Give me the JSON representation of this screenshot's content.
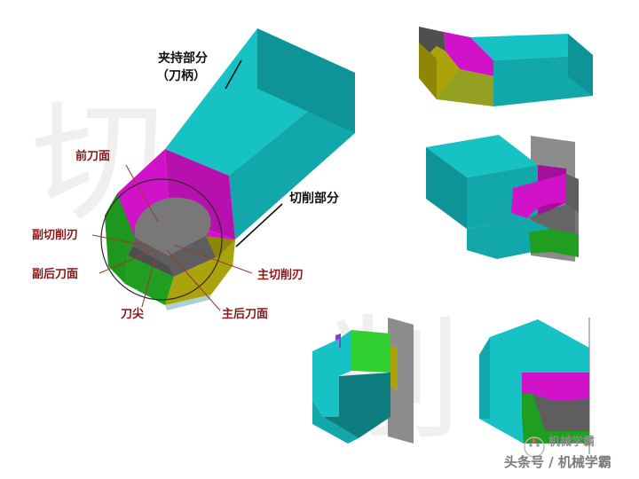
{
  "figure": {
    "title_implicit": "车刀切削部分结构示意图",
    "background": "#ffffff"
  },
  "palette": {
    "shank_top": "#17c2c4",
    "shank_side": "#12a7aa",
    "shank_end": "#0e9497",
    "shank_dark": "#0d7d80",
    "rake_face": "#d112c8",
    "rake_face_dark": "#a50f9d",
    "chip_gray": "#787878",
    "chip_gray_dark": "#5e5e5e",
    "major_flank": "#aba30c",
    "major_flank_dark": "#8d8609",
    "minor_flank": "#1f9e20",
    "minor_flank_bright": "#2fd02f",
    "reference_plane": "#8c8c8c",
    "label_red": "#8c1616",
    "label_black": "#111111",
    "leader_red": "#9c3b2e",
    "watermark": "#f0eeec"
  },
  "main_view": {
    "labels": [
      {
        "id": "shank",
        "text_line1": "夹持部分",
        "text_line2": "（刀柄）",
        "color": "#111111",
        "meaning": "clamping-portion-tool-shank"
      },
      {
        "id": "cutting-portion",
        "text": "切削部分",
        "color": "#111111",
        "meaning": "cutting-portion"
      },
      {
        "id": "rake-face",
        "text": "前刀面",
        "color": "#8c1616",
        "meaning": "rake-face"
      },
      {
        "id": "minor-cutting-edge",
        "text": "副切削刃",
        "color": "#8c1616",
        "meaning": "minor-cutting-edge"
      },
      {
        "id": "minor-flank",
        "text": "副后刀面",
        "color": "#8c1616",
        "meaning": "minor-flank-face"
      },
      {
        "id": "tool-tip",
        "text": "刀尖",
        "color": "#8c1616",
        "meaning": "tool-nose-tip"
      },
      {
        "id": "major-flank",
        "text": "主后刀面",
        "color": "#8c1616",
        "meaning": "major-flank-face"
      },
      {
        "id": "major-cutting-edge",
        "text": "主切削刃",
        "color": "#8c1616",
        "meaning": "major-cutting-edge"
      }
    ]
  },
  "thumbnails": [
    {
      "id": "view-1",
      "position": "top-right",
      "description": "tool-shank-with-cutting-tip"
    },
    {
      "id": "view-2",
      "position": "middle-right",
      "description": "tool-with-reference-plane"
    },
    {
      "id": "view-3",
      "position": "bottom-center",
      "description": "tool-end-view-with-plane"
    },
    {
      "id": "view-4",
      "position": "bottom-right",
      "description": "tool-front-end-view"
    }
  ],
  "watermarks": {
    "background_char": "切",
    "background_char_2": "削"
  },
  "branding": {
    "logo_label": "机械学霸",
    "footer_text": "头条号 / 机械学霸"
  }
}
